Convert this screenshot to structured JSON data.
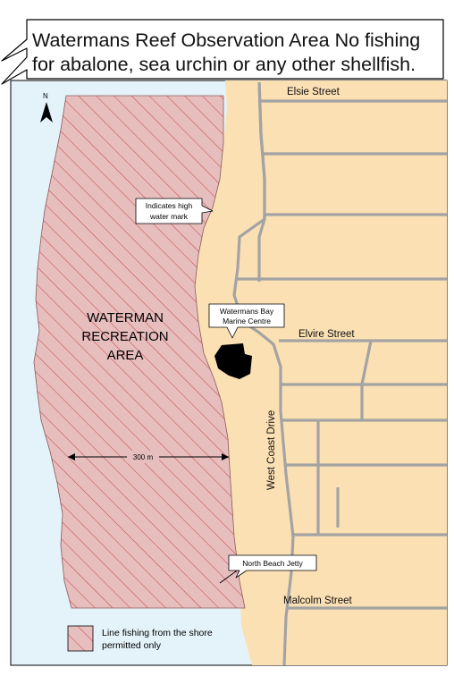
{
  "map": {
    "callout_title": "Watermans Reef Observation Area No fishing for abalone, sea urchin or any other shellfish.",
    "callout_lines": [
      "Watermans Reef Observation Area No fishing",
      "for abalone, sea urchin or any other shellfish."
    ],
    "north_label": "N",
    "area_label_lines": [
      "WATERMAN",
      "RECREATION",
      "AREA"
    ],
    "scale_label": "300 m",
    "streets": {
      "elsie": "Elsie Street",
      "elvire": "Elvire Street",
      "malcolm": "Malcolm Street",
      "west_coast": "West Coast Drive"
    },
    "callouts": {
      "high_water_lines": [
        "Indicates high",
        "water mark"
      ],
      "marine_centre_lines": [
        "Watermans Bay",
        "Marine Centre"
      ],
      "jetty": "North Beach Jetty"
    },
    "legend": {
      "lines": [
        "Line fishing from the shore",
        "permitted only"
      ]
    },
    "colors": {
      "sea": "#e4f3fa",
      "land": "#fbe0b4",
      "hatch_fill": "#e7bebe",
      "hatch_line": "#c94a4a",
      "road": "#a3a3a3",
      "building": "#000000"
    }
  }
}
